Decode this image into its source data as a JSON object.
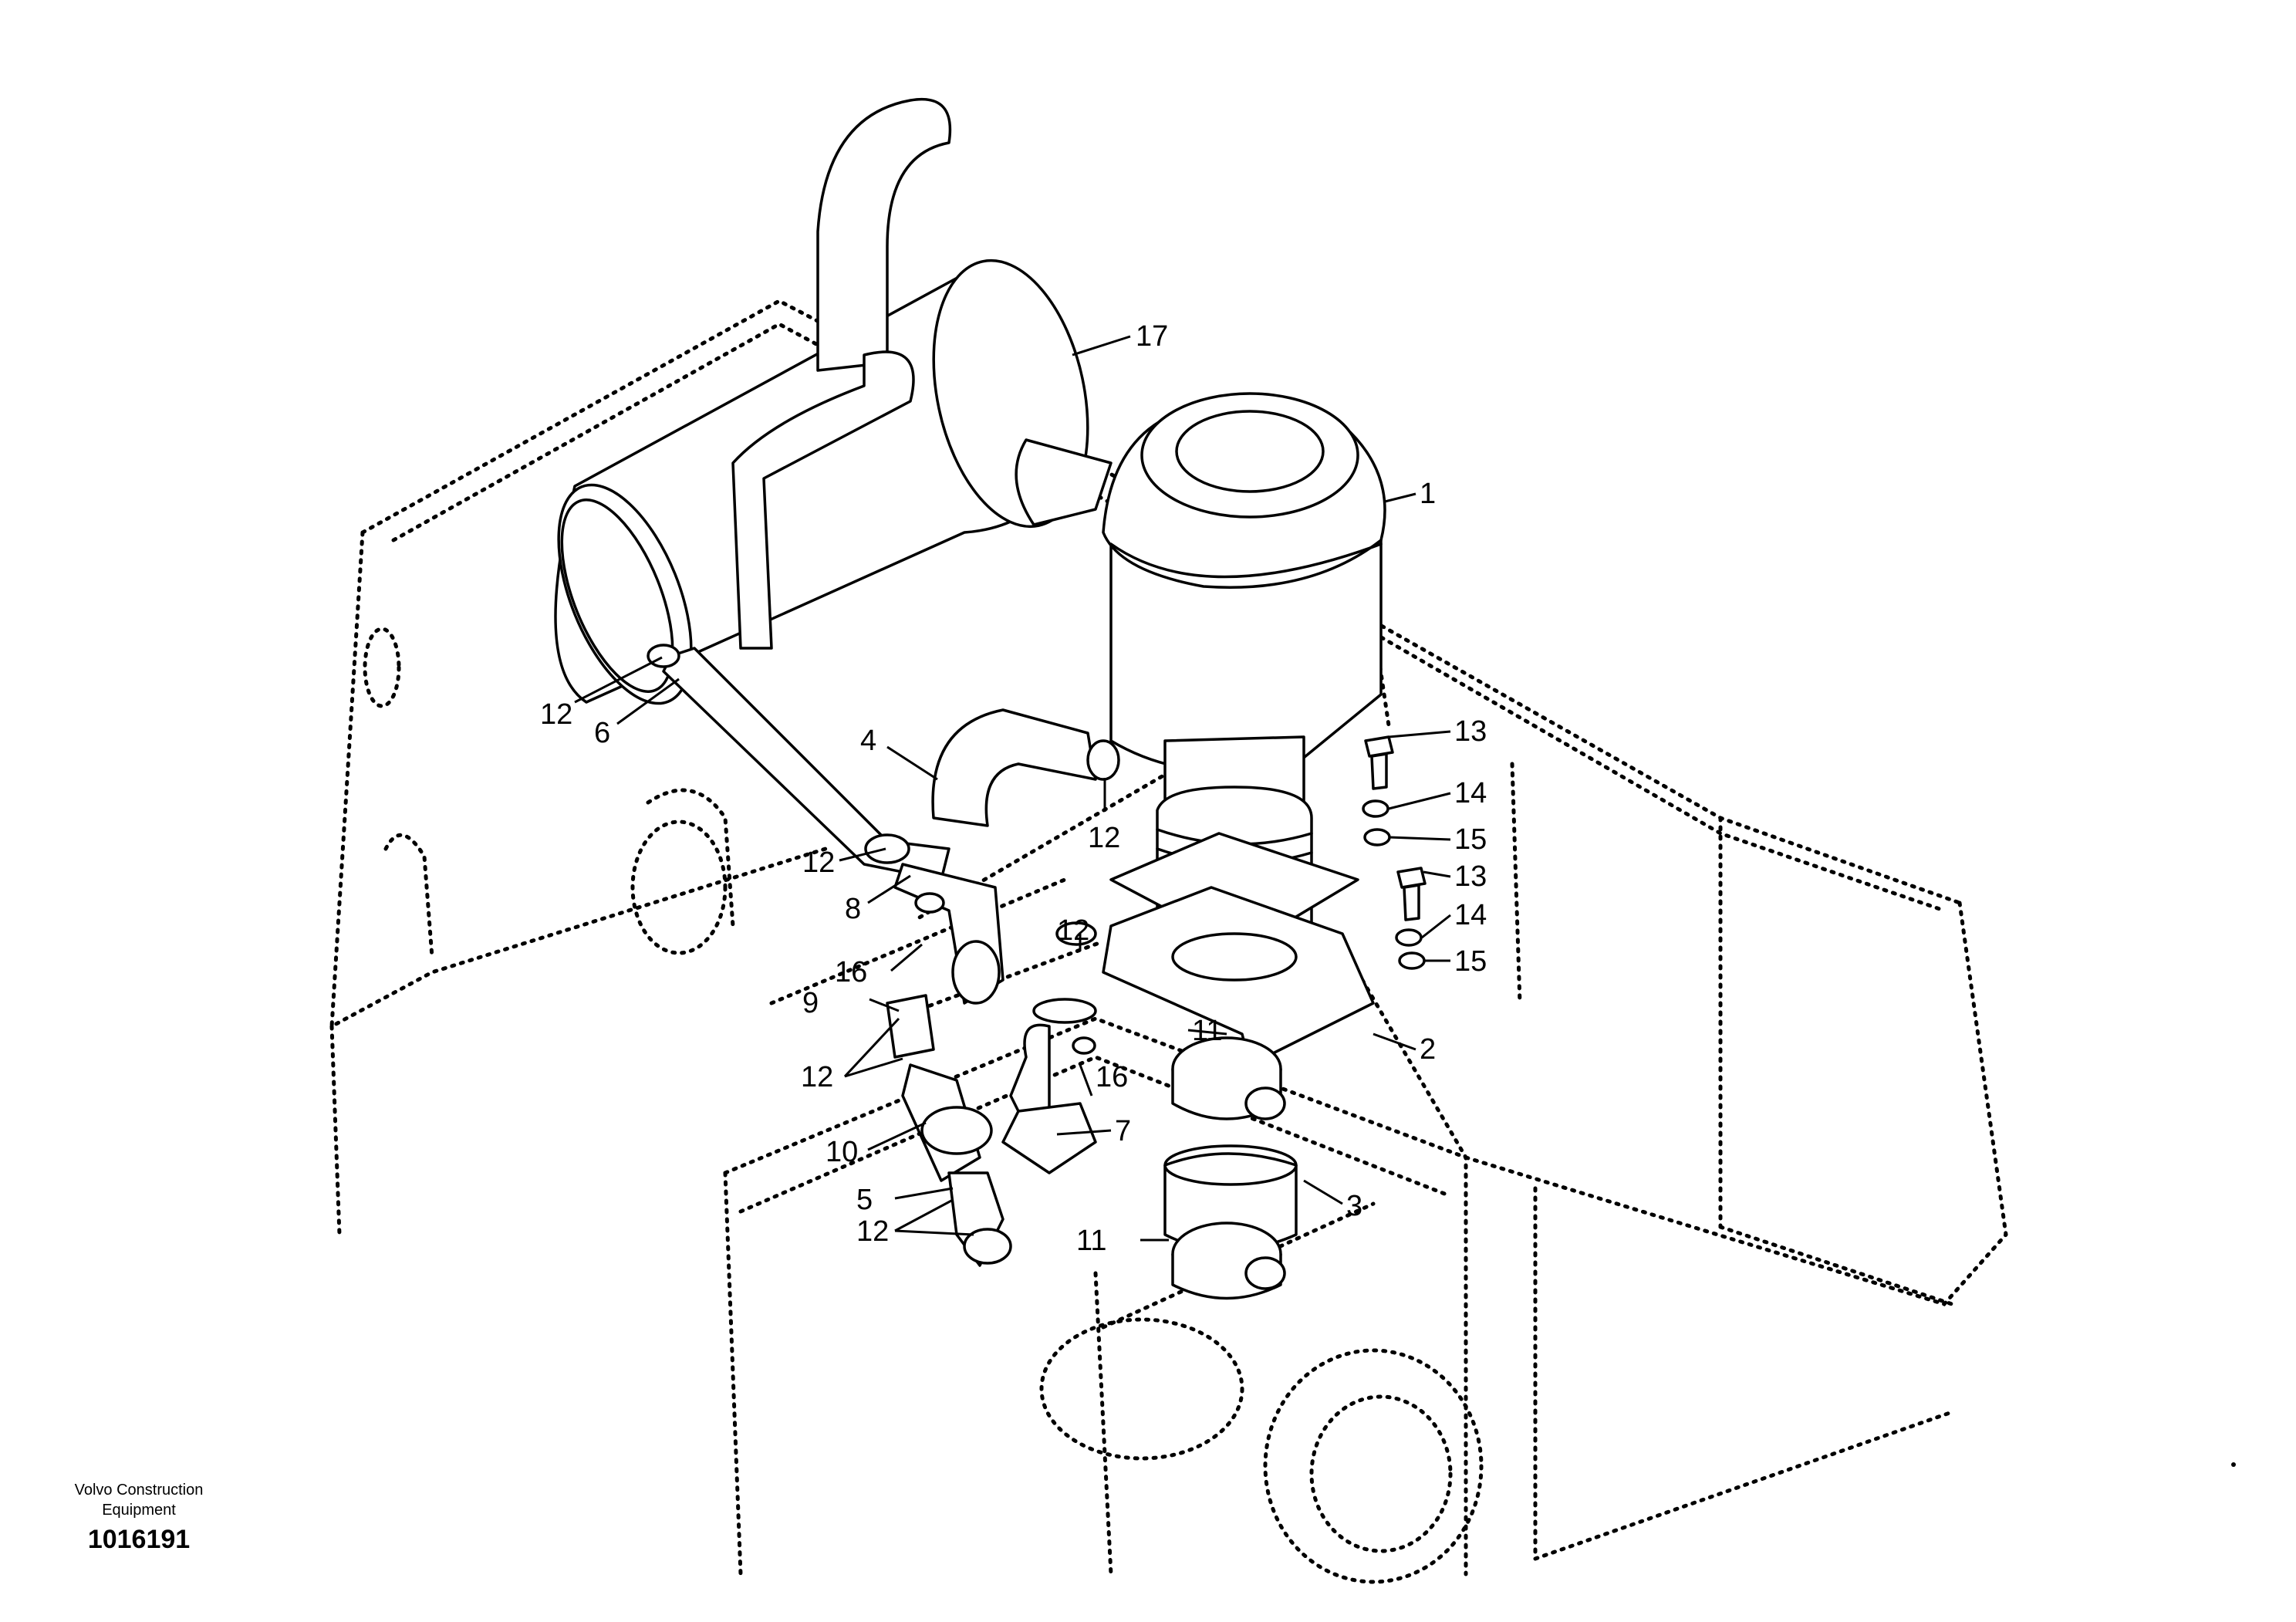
{
  "footer": {
    "brand_line1": "Volvo Construction",
    "brand_line2": "Equipment",
    "illustration_ref": "1016191"
  },
  "callouts": [
    "17",
    "1",
    "12",
    "6",
    "4",
    "12",
    "13",
    "14",
    "15",
    "13",
    "14",
    "15",
    "12",
    "8",
    "16",
    "12",
    "9",
    "12",
    "16",
    "11",
    "2",
    "10",
    "7",
    "5",
    "12",
    "3",
    "11"
  ],
  "icons": [
    "bolt-icon",
    "washer-icon",
    "hose-clamp-icon"
  ]
}
